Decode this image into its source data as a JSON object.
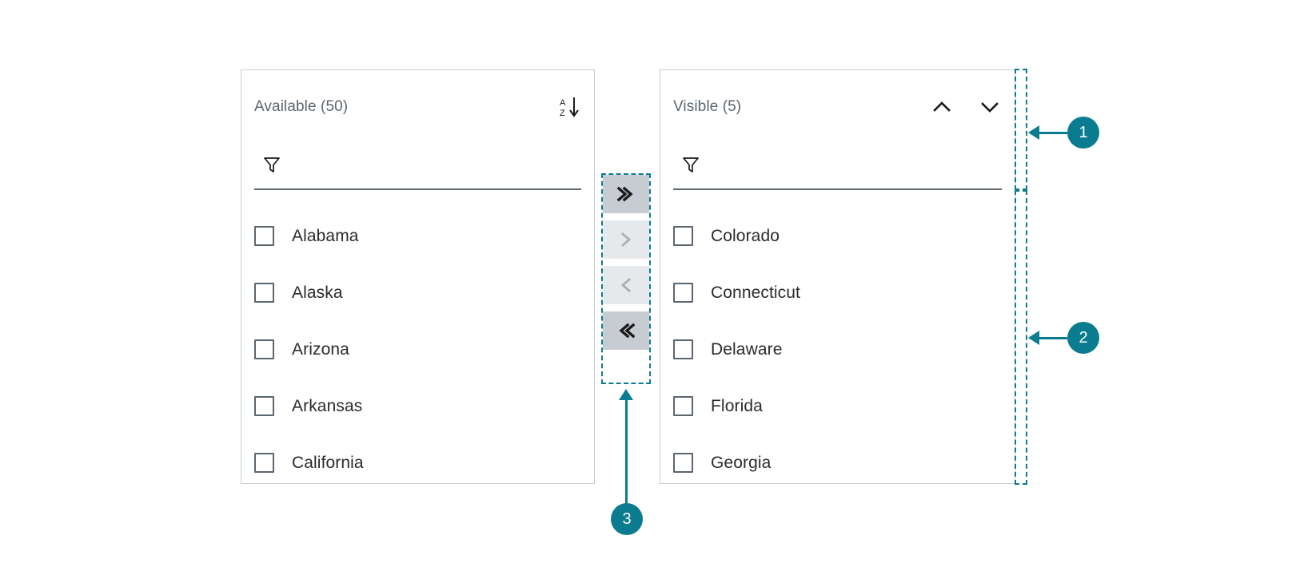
{
  "theme": {
    "accent": "#0b7c8f",
    "panel_border": "#c7ccd1",
    "title_color": "#5b6670",
    "text_color": "#2b2b2b",
    "btn_enabled_bg": "#c6ccd2",
    "btn_disabled_bg": "#e6e9ec",
    "chevron_enabled": "#1a1a1a",
    "chevron_disabled": "#a8aeb4"
  },
  "available_panel": {
    "title": "Available (50)",
    "sort_icon": "sort-az-icon",
    "sort_icon_letters": {
      "top": "A",
      "bottom": "Z"
    },
    "filter": {
      "icon": "filter-funnel-icon",
      "value": "",
      "placeholder": ""
    },
    "items": [
      {
        "label": "Alabama",
        "checked": false
      },
      {
        "label": "Alaska",
        "checked": false
      },
      {
        "label": "Arizona",
        "checked": false
      },
      {
        "label": "Arkansas",
        "checked": false
      },
      {
        "label": "California",
        "checked": false
      }
    ]
  },
  "visible_panel": {
    "title": "Visible (5)",
    "move_up_icon": "chevron-up-icon",
    "move_down_icon": "chevron-down-icon",
    "filter": {
      "icon": "filter-funnel-icon",
      "value": "",
      "placeholder": ""
    },
    "items": [
      {
        "label": "Colorado",
        "checked": false
      },
      {
        "label": "Connecticut",
        "checked": false
      },
      {
        "label": "Delaware",
        "checked": false
      },
      {
        "label": "Florida",
        "checked": false
      },
      {
        "label": "Georgia",
        "checked": false
      }
    ]
  },
  "transfer_buttons": [
    {
      "name": "move-all-right-button",
      "icon": "double-chevron-right-icon",
      "glyph": "»",
      "enabled": true
    },
    {
      "name": "move-right-button",
      "icon": "chevron-right-icon",
      "glyph": "›",
      "enabled": false
    },
    {
      "name": "move-left-button",
      "icon": "chevron-left-icon",
      "glyph": "‹",
      "enabled": false
    },
    {
      "name": "move-all-left-button",
      "icon": "double-chevron-left-icon",
      "glyph": "«",
      "enabled": true
    }
  ],
  "annotations": [
    {
      "number": "1",
      "target": "visible-panel-header-region"
    },
    {
      "number": "2",
      "target": "visible-panel-list-region"
    },
    {
      "number": "3",
      "target": "transfer-button-column"
    }
  ]
}
